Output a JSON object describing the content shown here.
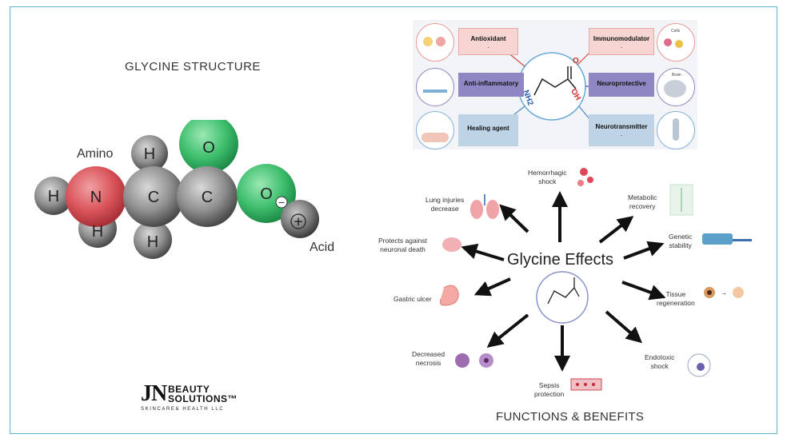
{
  "left_title": "GLYCINE STRUCTURE",
  "right_title": "FUNCTIONS & BENEFITS",
  "molecule": {
    "atoms": [
      "H",
      "N",
      "H",
      "C",
      "H",
      "H",
      "C",
      "O",
      "O"
    ],
    "amino_label": "Amino",
    "acid_label": "Acid",
    "plus": "+",
    "minus": "−"
  },
  "logo": {
    "jn": "JN",
    "line1": "BEAUTY",
    "line2": "SOLUTIONS™",
    "tagline": "SKINCARE& HEALTH LLC"
  },
  "properties": {
    "antioxidant": "Antioxidant",
    "anti_inflammatory": "Anti-inflammatory",
    "healing_agent": "Healing agent",
    "immunomodulator": "Immunomodulator",
    "neuroprotective": "Neuroprotective",
    "neurotransmitter": "Neurotransmitter",
    "dot": ".",
    "cells_label": "Cells",
    "brain_label": "Brain",
    "formula_nh2": "NH2",
    "formula_oh": "OH",
    "formula_o": "O"
  },
  "effects": {
    "center": "Glycine Effects",
    "hemorrhagic": [
      "Hemorrhagic",
      "shock"
    ],
    "metabolic": [
      "Metabolic",
      "recovery"
    ],
    "genetic": [
      "Genetic",
      "stability"
    ],
    "tissue": [
      "Tissue",
      "regeneration"
    ],
    "endotoxic": [
      "Endotoxic",
      "shock"
    ],
    "sepsis": [
      "Sepsis",
      "protection"
    ],
    "necrosis": [
      "Decreased",
      "necrosis"
    ],
    "gastric": "Gastric ulcer",
    "neuronal": [
      "Protects against",
      "neuronal death"
    ],
    "lung": [
      "Lung injuries",
      "decrease"
    ]
  },
  "colors": {
    "frame": "#5fb4cf",
    "red_atom": "#d9545a",
    "green_atom": "#3fbf6e",
    "gray_atom": "#8a8a8a",
    "pink_box": "#f6d5d3",
    "purple_box": "#8f86c4",
    "blue_box": "#bed3e6"
  }
}
